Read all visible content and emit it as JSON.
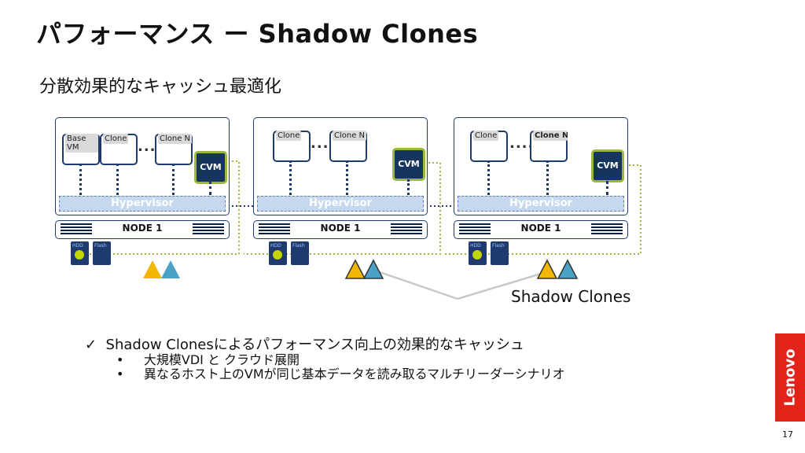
{
  "title": "パフォーマンス ー Shadow Clones",
  "subtitle": "分散効果的なキャッシュ最適化",
  "nodes": [
    {
      "vm1": "Base VM",
      "vm2": "Clone",
      "vm3": "Clone N",
      "cvm": "CVM",
      "hypervisor": "Hypervisor",
      "node_label": "NODE 1",
      "disk1": "HDD",
      "disk2": "Flash"
    },
    {
      "vm1": "Clone",
      "vm2": "Clone N",
      "cvm": "CVM",
      "hypervisor": "Hypervisor",
      "node_label": "NODE 1",
      "disk1": "HDD",
      "disk2": "Flash"
    },
    {
      "vm1": "Clone",
      "vm2": "Clone N",
      "cvm": "CVM",
      "hypervisor": "Hypervisor",
      "node_label": "NODE 1",
      "disk1": "HDD",
      "disk2": "Flash"
    }
  ],
  "shadow_clones_label": "Shadow Clones",
  "bullets": {
    "check": "✓",
    "main": "Shadow Clonesによるパフォーマンス向上の効果的なキャッシュ",
    "sub_marker": "•",
    "sub1": "大規模VDI と クラウド展開",
    "sub2": "異なるホスト上のVMが同じ基本データを読み取るマルチリーダーシナリオ"
  },
  "logo": "Lenovo",
  "page_number": "17",
  "colors": {
    "navy": "#1e3a6e",
    "green": "#9cb83a",
    "yellow": "#f2b705",
    "teal": "#4aa3c7",
    "red": "#e2231a"
  }
}
